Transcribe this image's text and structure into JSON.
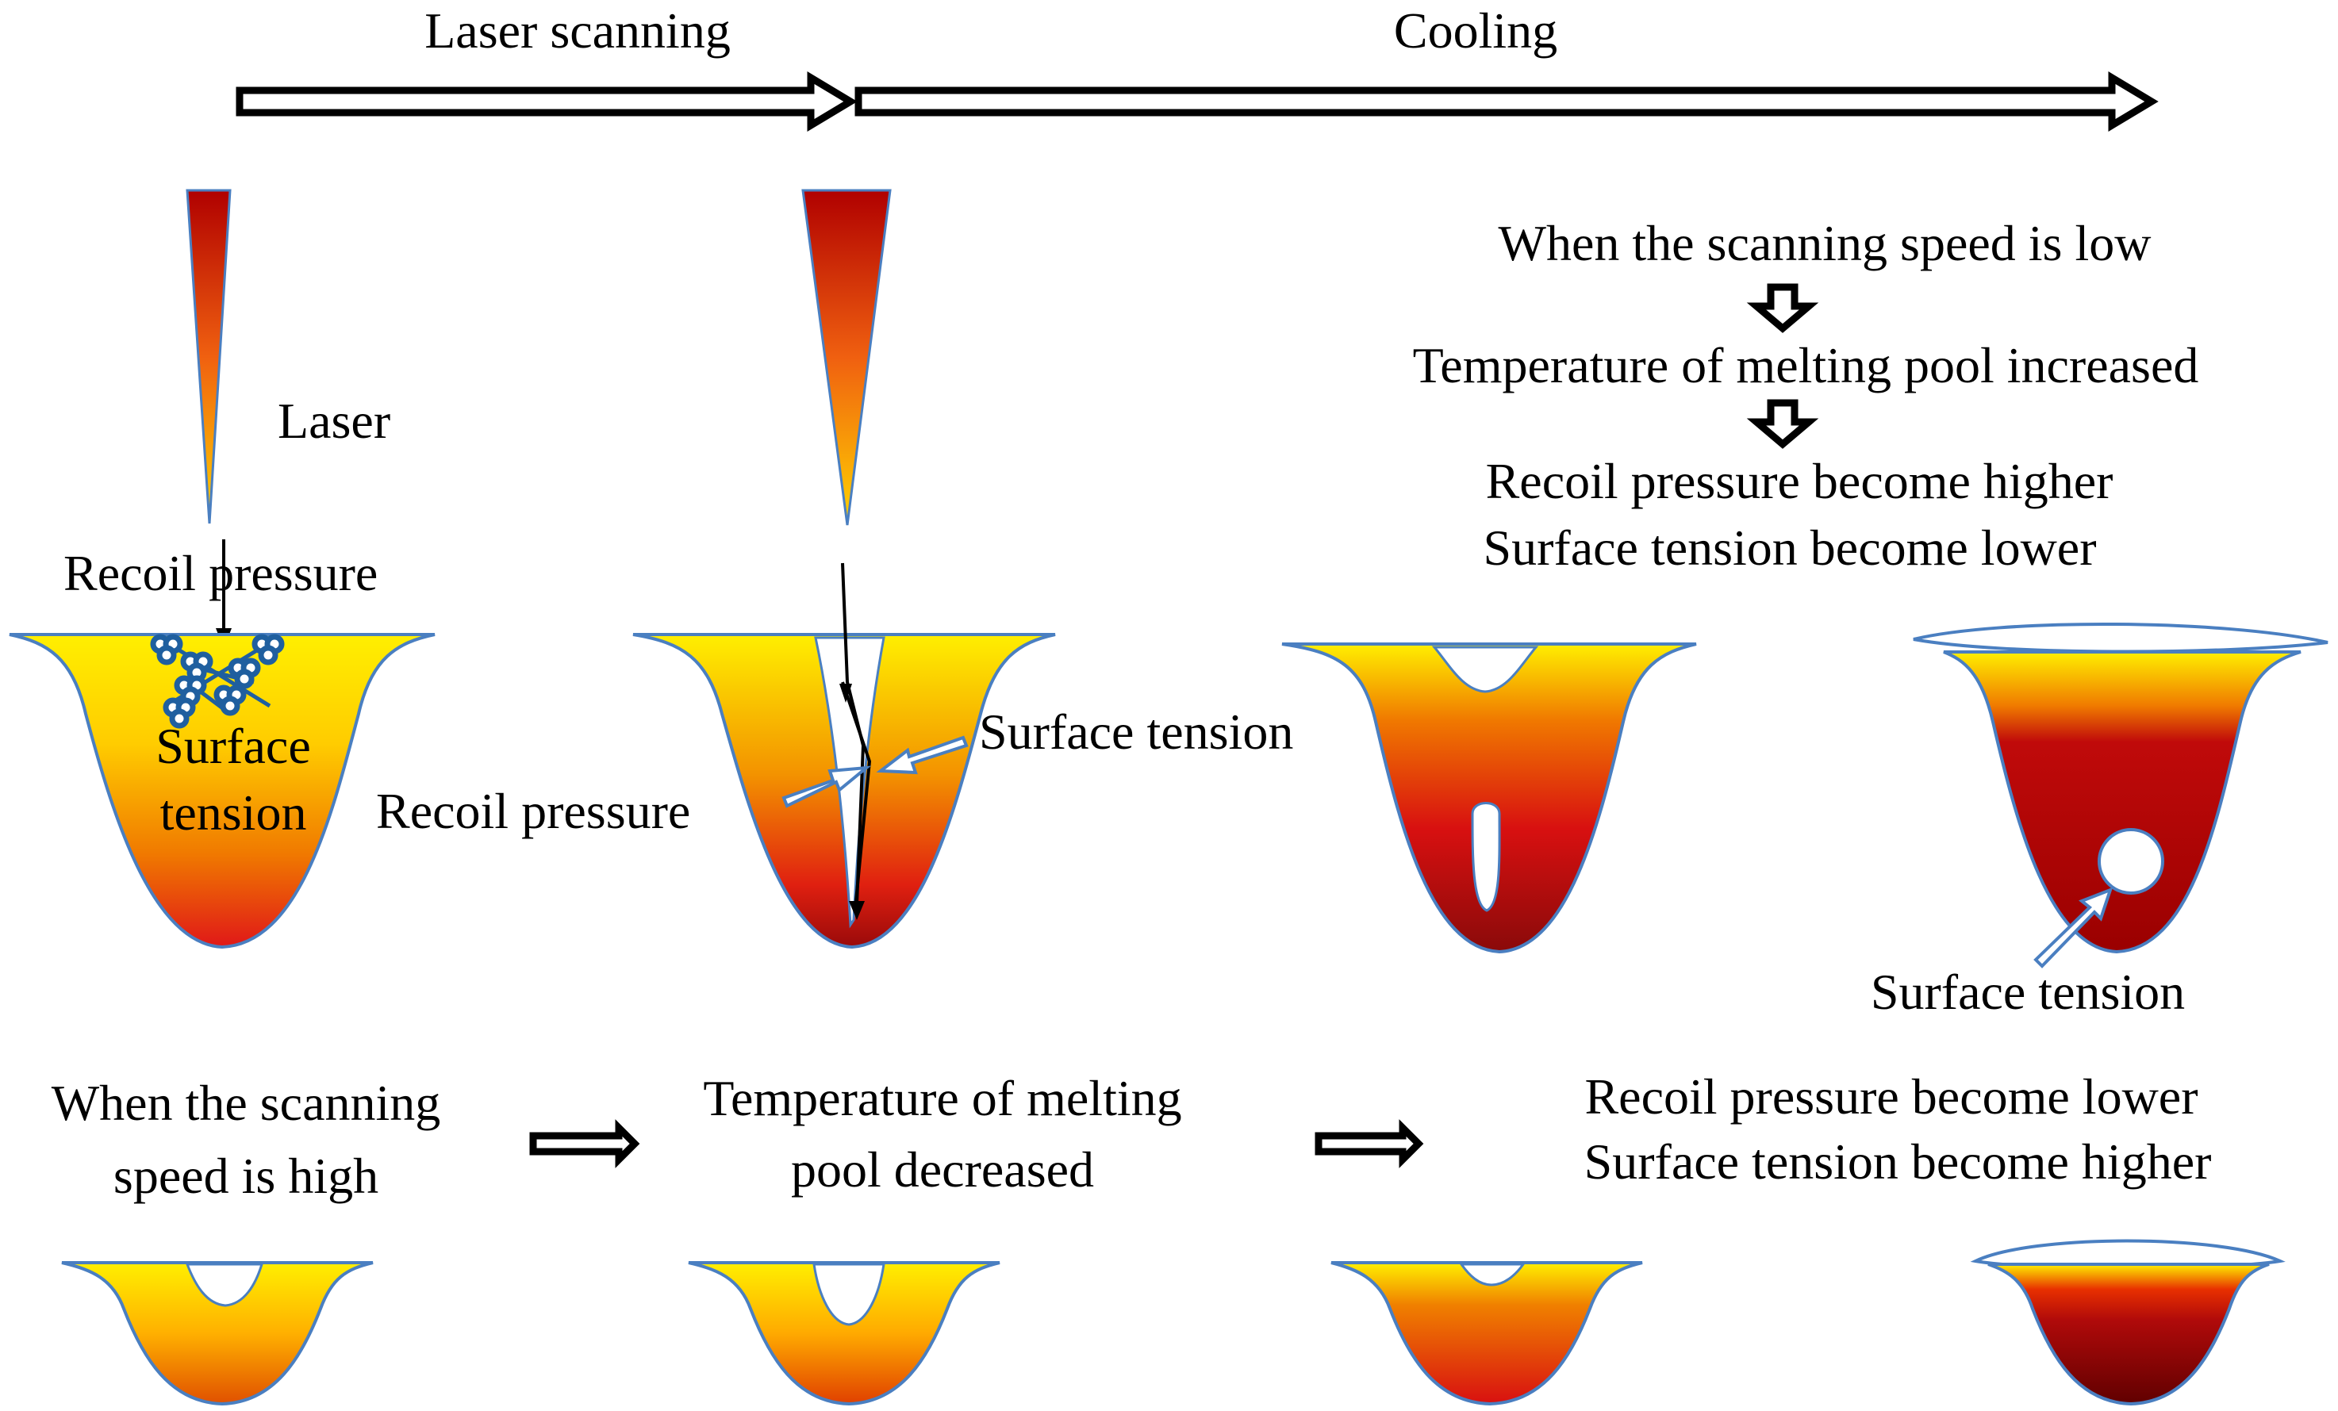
{
  "stage_labels": {
    "laser_scanning": "Laser scanning",
    "cooling": "Cooling"
  },
  "panel1": {
    "laser": "Laser",
    "recoil_pressure": "Recoil pressure",
    "surface_tension_line1": "Surface",
    "surface_tension_line2": "tension"
  },
  "panel2": {
    "surface_tension": "Surface tension",
    "recoil_pressure": "Recoil pressure"
  },
  "low_speed": {
    "condition": "When the scanning speed is low",
    "temperature": "Temperature of melting pool increased",
    "recoil": "Recoil pressure become higher",
    "surface": "Surface tension become lower",
    "pore_label": "Surface tension"
  },
  "high_speed": {
    "condition_line1": "When the scanning",
    "condition_line2": "speed is high",
    "temperature_line1": "Temperature of melting",
    "temperature_line2": "pool decreased",
    "recoil": "Recoil pressure become lower",
    "surface": "Surface tension become higher"
  },
  "colors": {
    "pool_outline": "#4a7fc1",
    "hot_yellow": "#ffef00",
    "orange": "#f39200",
    "red": "#e01010",
    "dark_red": "#8a0a0a",
    "molecule": "#1f5f9f"
  }
}
